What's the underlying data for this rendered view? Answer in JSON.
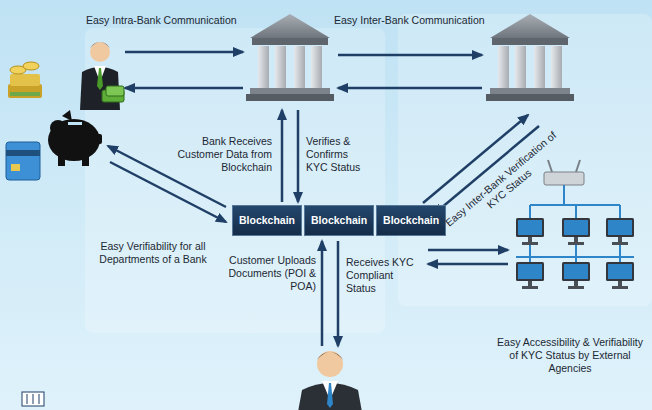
{
  "diagram": {
    "nodes": [
      {
        "text": [
          "Blockchain"
        ]
      },
      {
        "text": [
          "Blockchain"
        ]
      },
      {
        "text": [
          "Blockchain"
        ]
      }
    ],
    "labels": [
      "Easy Intra-Bank Communication",
      "Easy Inter-Bank Communication",
      "Bank Receives Customer Data from Blockchain",
      "Verifies & Confirms KYC Status",
      "Easy Inter-Bank Verification of KYC Status",
      "Easy Verifiability for all Departments of a Bank",
      "Customer Uploads Documents (POI & POA)",
      "Receives KYC Compliant Status",
      "Easy Accessibility & Verifiability of KYC Status by External Agencies"
    ]
  }
}
